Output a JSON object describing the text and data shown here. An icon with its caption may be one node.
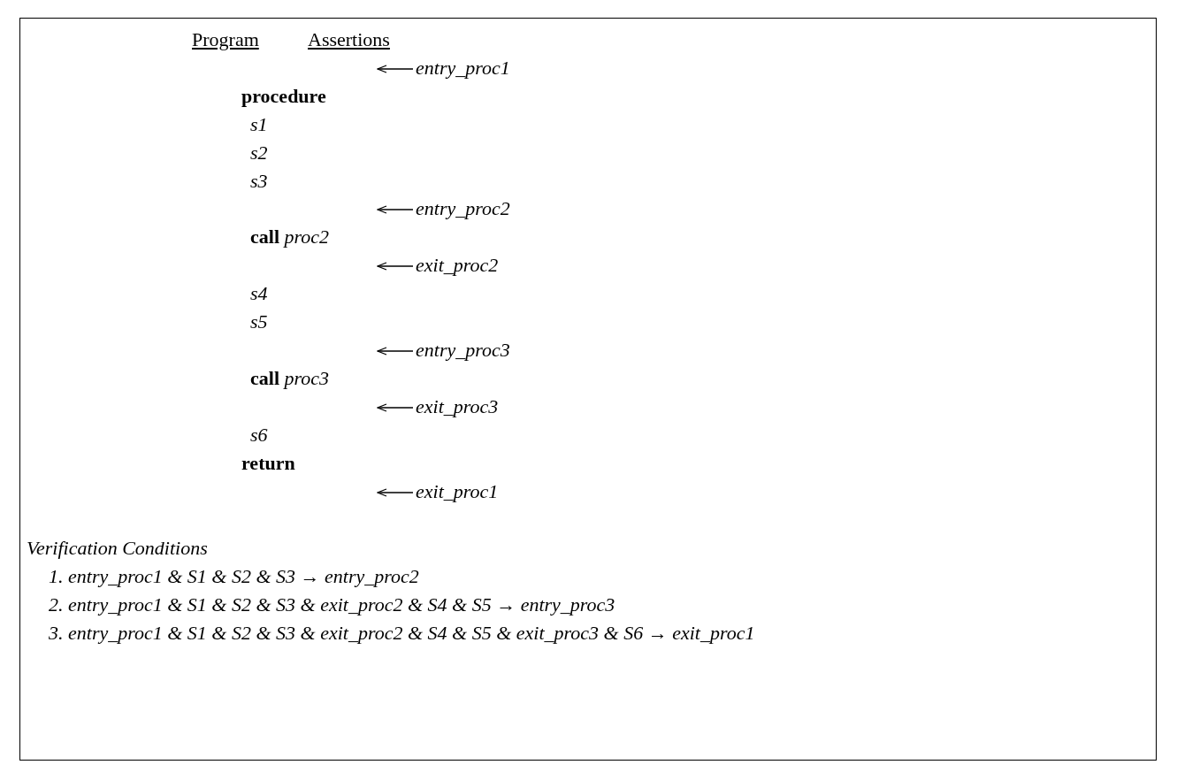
{
  "diagram": {
    "nodes": [
      {
        "text": [
          "entry_proc1"
        ]
      },
      {
        "text": [
          "entry_proc2"
        ]
      },
      {
        "text": [
          "exit_proc2"
        ]
      },
      {
        "text": [
          "entry_proc3"
        ]
      },
      {
        "text": [
          "exit_proc3"
        ]
      },
      {
        "text": [
          "exit_proc1"
        ]
      }
    ],
    "edges": [
      {
        "from": 0,
        "to": null,
        "arrow": "to"
      },
      {
        "from": 1,
        "to": null,
        "arrow": "to"
      },
      {
        "from": 2,
        "to": null,
        "arrow": "to"
      },
      {
        "from": 3,
        "to": null,
        "arrow": "to"
      },
      {
        "from": 4,
        "to": null,
        "arrow": "to"
      },
      {
        "from": 5,
        "to": null,
        "arrow": "to"
      }
    ],
    "labels": [
      "Program",
      "Assertions",
      "procedure",
      "s1",
      "s2",
      "s3",
      "**call** *proc2*",
      "s4",
      "s5",
      "**call** *proc3*",
      "s6",
      "return",
      "Verification Conditions",
      "1. entry_proc1 & S1 & S2 & S3 → entry_proc2",
      "2. entry_proc1 & S1 & S2 & S3 & exit_proc2 & S4 & S5 → entry_proc3",
      "3. entry_proc1 & S1 & S2 & S3 & exit_proc2 & S4 & S5 & exit_proc3 & S6 → exit_proc1"
    ]
  }
}
